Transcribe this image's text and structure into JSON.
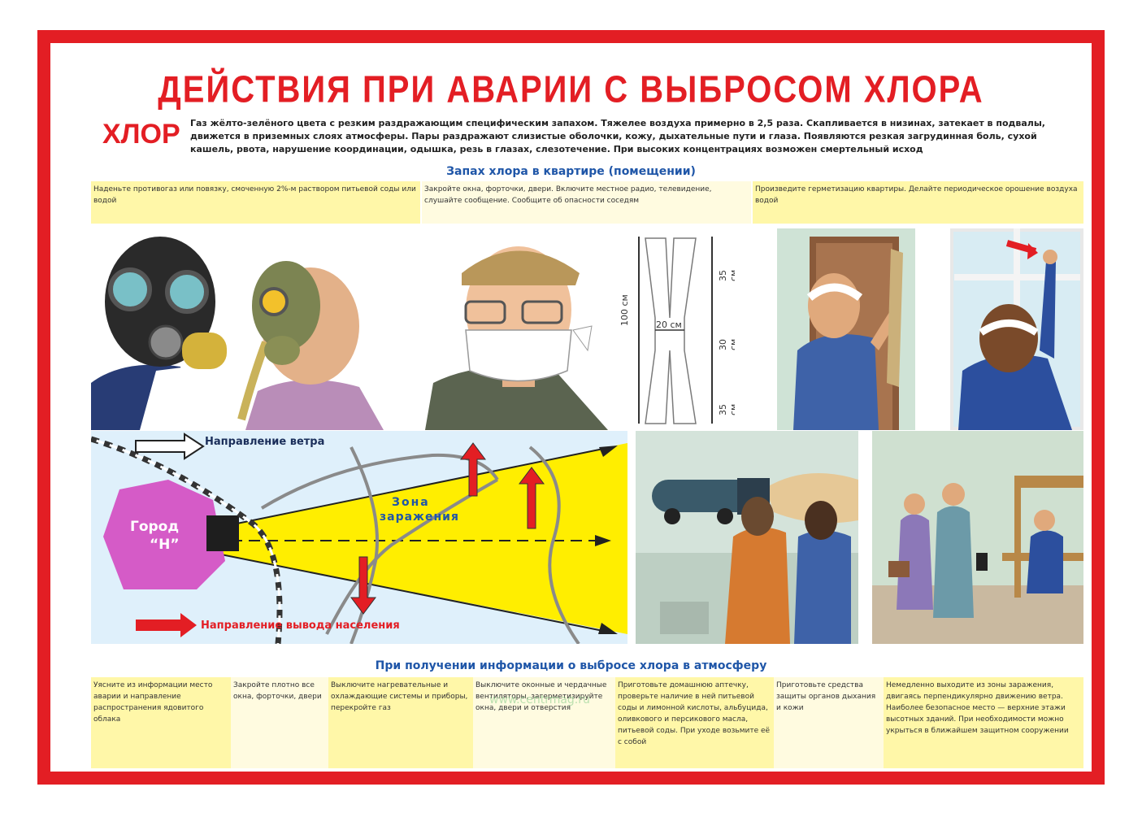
{
  "title": "ДЕЙСТВИЯ ПРИ АВАРИИ С ВЫБРОСОМ ХЛОРА",
  "chlorine": {
    "word": "ХЛОР",
    "description": "Газ жёлто-зелёного цвета с резким раздражающим специфическим запахом. Тяжелее воздуха примерно в 2,5 раза. Скапливается в низинах, затекает в подвалы, движется в приземных слоях атмосферы. Пары раздражают слизистые оболочки, кожу, дыхательные пути и глаза. Появляются резкая загрудинная боль, сухой кашель, рвота, нарушение координации, одышка, резь в глазах, слезотечение. При высоких концентрациях возможен смертельный исход"
  },
  "apartment": {
    "title": "Запах хлора в квартире (помещении)",
    "boxes": [
      "Наденьте противогаз или повязку, смоченную 2%-м раствором питьевой соды или водой",
      "Закройте окна, форточки, двери. Включите местное радио, телевидение, слушайте сообщение. Сообщите об опасности соседям",
      "Произведите герметизацию квартиры. Делайте периодическое орошение воздуха водой"
    ]
  },
  "bandage": {
    "length": "100 см",
    "width": "20 см",
    "seg_top": "35 см",
    "seg_mid": "30 см",
    "seg_bottom": "35 см"
  },
  "map": {
    "wind_label": "Направление ветра",
    "city_label_1": "Город",
    "city_label_2": "“Н”",
    "zone_label_1": "Зона",
    "zone_label_2": "заражения",
    "evac_label": "Направление вывода населения"
  },
  "atmosphere": {
    "title": "При получении информации о выбросе хлора в атмосферу",
    "boxes": [
      "Уясните из информации место аварии и направление распространения ядовитого облака",
      "Закройте плотно все окна, форточки, двери",
      "Выключите нагревательные и охлаждающие системы и приборы, перекройте газ",
      "Выключите оконные и чердачные вентиляторы, загерметизируйте окна, двери и отверстия",
      "Приготовьте домашнюю аптечку, проверьте наличие в ней питьевой соды и лимонной кислоты, альбуцида, оливкового и персикового масла, питьевой соды. При уходе возьмите её с собой",
      "Приготовьте средства защиты органов дыхания и кожи",
      "Немедленно выходите из зоны заражения, двигаясь перпендикулярно движению ветра. Наиболее безопасное место — верхние этажи высотных зданий. При необходимости можно укрыться в ближайшем защитном сооружении"
    ]
  },
  "watermark": "www.centrmag.ru",
  "colors": {
    "frame": "#e31e24",
    "accent_blue": "#1f56a8",
    "box_yellow": "#fff7a8",
    "zone_yellow": "#ffee00",
    "city_pink": "#d55bc7"
  }
}
